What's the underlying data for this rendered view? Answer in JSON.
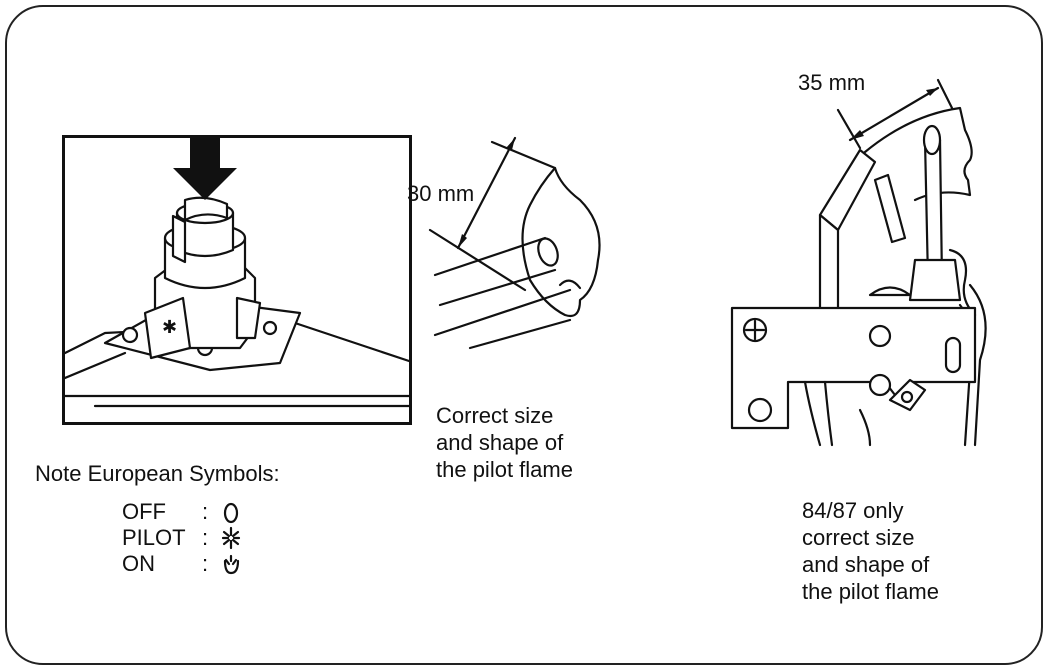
{
  "left_panel": {
    "note_title": "Note European Symbols:",
    "symbols": [
      {
        "label": "OFF",
        "sep": ":",
        "icon": "off-symbol-icon"
      },
      {
        "label": "PILOT",
        "sep": ":",
        "icon": "pilot-symbol-icon"
      },
      {
        "label": "ON",
        "sep": ":",
        "icon": "on-symbol-icon"
      }
    ]
  },
  "middle_panel": {
    "dimension": "30 mm",
    "caption": [
      "Correct size",
      "and shape of",
      "the pilot flame"
    ]
  },
  "right_panel": {
    "dimension": "35 mm",
    "caption": [
      "84/87 only",
      "correct size",
      "and shape of",
      "the pilot flame"
    ]
  }
}
